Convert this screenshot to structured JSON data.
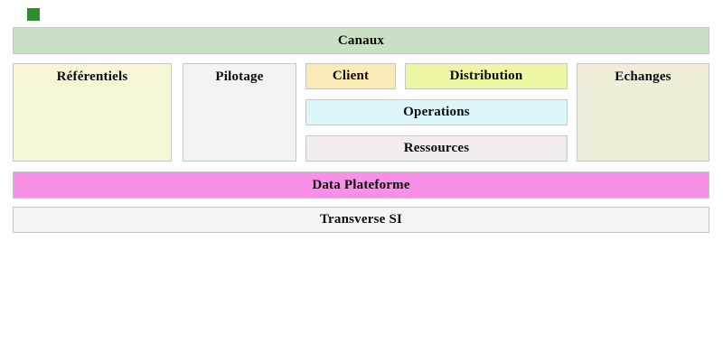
{
  "diagram": {
    "background_color": "#ffffff",
    "border_color": "#c6c6c6",
    "text_color": "#0a0a0a",
    "marker_color": "#2e8b2e",
    "blocks": {
      "canaux": {
        "label": "Canaux",
        "color": "#c8e1c3"
      },
      "referentiels": {
        "label": "Référentiels",
        "color": "#f6f6d4"
      },
      "pilotage": {
        "label": "Pilotage",
        "color": "#f2f2f2"
      },
      "client": {
        "label": "Client",
        "color": "#faeab6"
      },
      "distribution": {
        "label": "Distribution",
        "color": "#eef6a3"
      },
      "operations": {
        "label": "Operations",
        "color": "#dcf6f9"
      },
      "ressources": {
        "label": "Ressources",
        "color": "#f2edec"
      },
      "echanges": {
        "label": "Echanges",
        "color": "#f0edd9"
      },
      "data_plateforme": {
        "label": "Data Plateforme",
        "color": "#f990e8"
      },
      "transverse_si": {
        "label": "Transverse SI",
        "color": "#f4f4f4"
      }
    }
  }
}
